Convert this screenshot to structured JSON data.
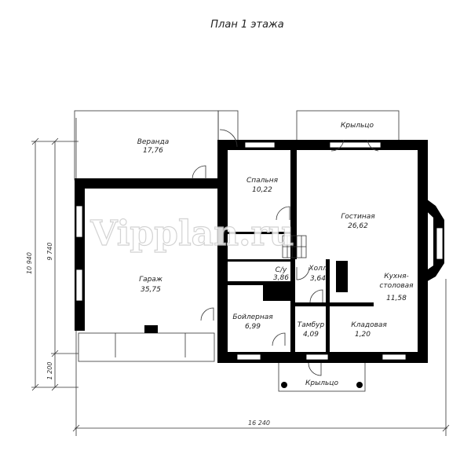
{
  "title": "План 1 этажа",
  "watermark": "Vipplan.ru",
  "rooms": [
    {
      "name": "Веранда",
      "area": "17,76"
    },
    {
      "name": "Спальня",
      "area": "10,22"
    },
    {
      "name": "Гостиная",
      "area": "26,62"
    },
    {
      "name": "Гараж",
      "area": "35,75"
    },
    {
      "name": "С/у",
      "area": "3,86"
    },
    {
      "name": "Холл",
      "area": "3,64"
    },
    {
      "name": "Кухня-",
      "name2": "столовая",
      "area": "11,58"
    },
    {
      "name": "Бойлерная",
      "area": "6,99"
    },
    {
      "name": "Тамбур",
      "area": "4,09"
    },
    {
      "name": "Кладовая",
      "area": "1,20"
    }
  ],
  "porch_top": "Крыльцо",
  "porch_bottom": "Крыльцо",
  "dimensions": {
    "total_height": "10 940",
    "main_height": "9 740",
    "porch_depth": "1 200",
    "total_width": "16 240"
  }
}
